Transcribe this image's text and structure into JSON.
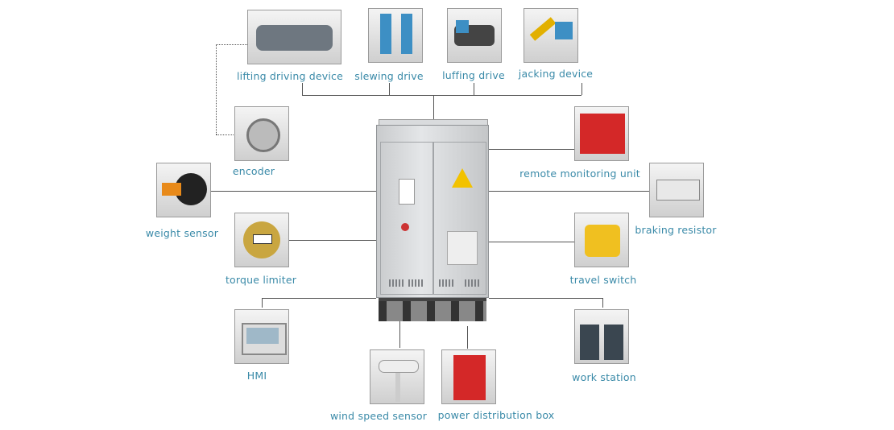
{
  "components": {
    "lifting_driving_device": "lifting driving device",
    "slewing_drive": "slewing drive",
    "luffing_drive": "luffing drive",
    "jacking_device": "jacking device",
    "encoder": "encoder",
    "remote_monitoring_unit": "remote monitoring unit",
    "weight_sensor": "weight sensor",
    "braking_resistor": "braking resistor",
    "torque_limiter": "torque limiter",
    "travel_switch": "travel switch",
    "hmi": "HMI",
    "work_station": "work station",
    "wind_speed_sensor": "wind speed sensor",
    "power_distribution_box": "power distribution box"
  },
  "colors": {
    "label": "#3a8aa8",
    "connector": "#555555",
    "warning": "#f2c200"
  }
}
